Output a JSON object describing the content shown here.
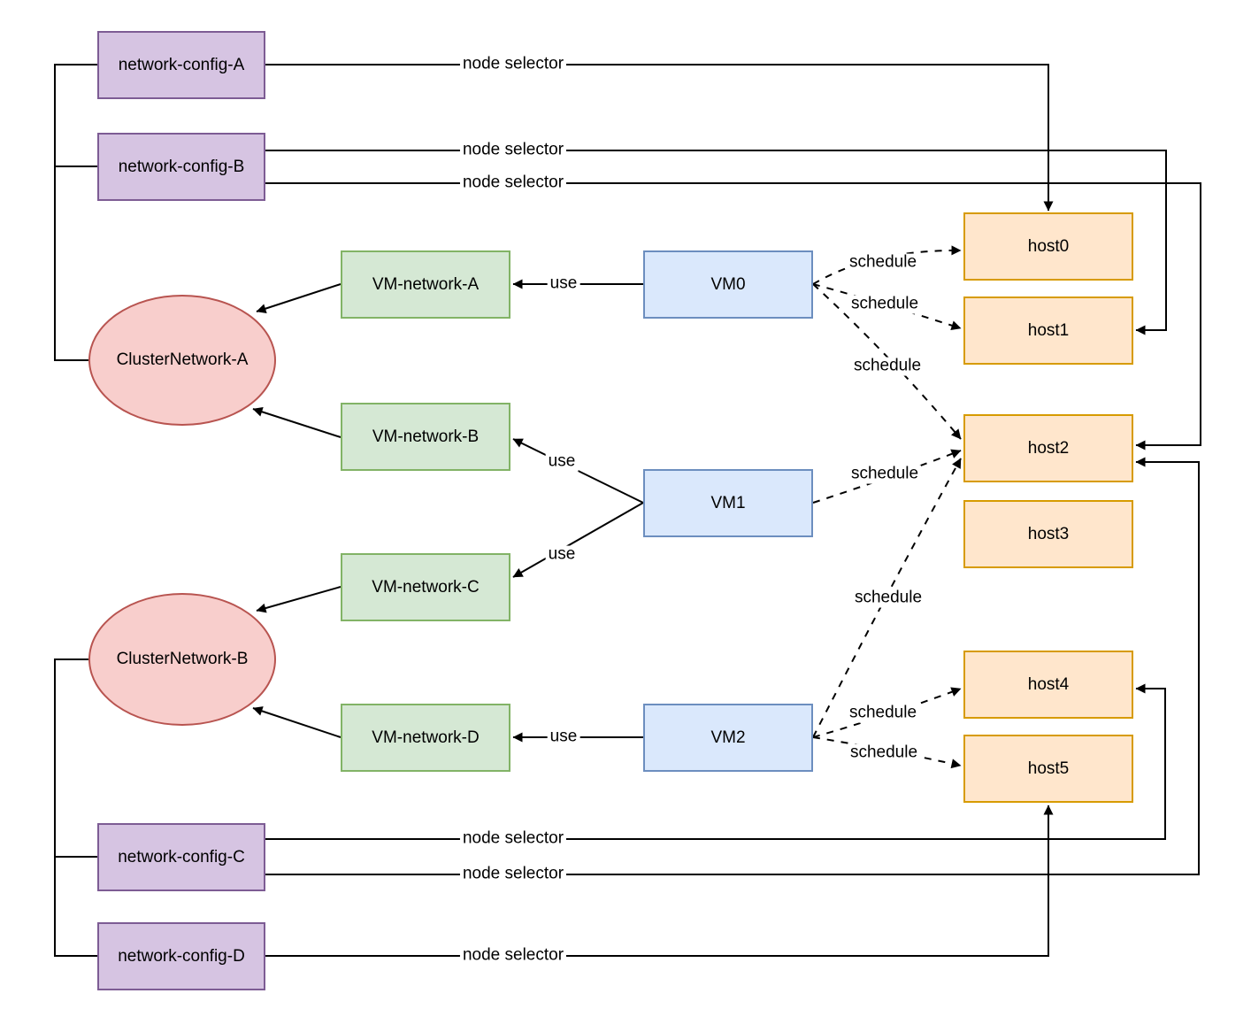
{
  "nodes": {
    "network_configs": [
      "network-config-A",
      "network-config-B",
      "network-config-C",
      "network-config-D"
    ],
    "cluster_networks": [
      "ClusterNetwork-A",
      "ClusterNetwork-B"
    ],
    "vm_networks": [
      "VM-network-A",
      "VM-network-B",
      "VM-network-C",
      "VM-network-D"
    ],
    "vms": [
      "VM0",
      "VM1",
      "VM2"
    ],
    "hosts": [
      "host0",
      "host1",
      "host2",
      "host3",
      "host4",
      "host5"
    ]
  },
  "edges": [
    {
      "from": "VM0",
      "to": "VM-network-A",
      "label": "use",
      "style": "solid-arrow"
    },
    {
      "from": "VM1",
      "to": "VM-network-B",
      "label": "use",
      "style": "solid-arrow"
    },
    {
      "from": "VM1",
      "to": "VM-network-C",
      "label": "use",
      "style": "solid-arrow"
    },
    {
      "from": "VM2",
      "to": "VM-network-D",
      "label": "use",
      "style": "solid-arrow"
    },
    {
      "from": "VM0",
      "to": "host0",
      "label": "schedule",
      "style": "dashed-arrow"
    },
    {
      "from": "VM0",
      "to": "host1",
      "label": "schedule",
      "style": "dashed-arrow"
    },
    {
      "from": "VM0",
      "to": "host2",
      "label": "schedule",
      "style": "dashed-arrow"
    },
    {
      "from": "VM1",
      "to": "host2",
      "label": "schedule",
      "style": "dashed-arrow"
    },
    {
      "from": "VM2",
      "to": "host2",
      "label": "schedule",
      "style": "dashed-arrow"
    },
    {
      "from": "VM2",
      "to": "host4",
      "label": "schedule",
      "style": "dashed-arrow"
    },
    {
      "from": "VM2",
      "to": "host5",
      "label": "schedule",
      "style": "dashed-arrow"
    },
    {
      "from": "network-config-A",
      "to": "host0",
      "label": "node selector",
      "style": "solid-arrow"
    },
    {
      "from": "network-config-B",
      "to": "host1",
      "label": "node selector",
      "style": "solid-arrow"
    },
    {
      "from": "network-config-B",
      "to": "host2",
      "label": "node selector",
      "style": "solid-arrow"
    },
    {
      "from": "network-config-C",
      "to": "host4",
      "label": "node selector",
      "style": "solid-arrow"
    },
    {
      "from": "network-config-C",
      "to": "host2",
      "label": "node selector",
      "style": "solid-arrow"
    },
    {
      "from": "network-config-D",
      "to": "host5",
      "label": "node selector",
      "style": "solid-arrow"
    },
    {
      "from": "VM-network-A",
      "to": "ClusterNetwork-A",
      "label": "",
      "style": "solid-arrow"
    },
    {
      "from": "VM-network-B",
      "to": "ClusterNetwork-A",
      "label": "",
      "style": "solid-arrow"
    },
    {
      "from": "VM-network-C",
      "to": "ClusterNetwork-B",
      "label": "",
      "style": "solid-arrow"
    },
    {
      "from": "VM-network-D",
      "to": "ClusterNetwork-B",
      "label": "",
      "style": "solid-arrow"
    },
    {
      "from": "network-config-A",
      "to": "ClusterNetwork-A",
      "label": "",
      "style": "plain-line"
    },
    {
      "from": "network-config-B",
      "to": "ClusterNetwork-A",
      "label": "",
      "style": "plain-line"
    },
    {
      "from": "network-config-C",
      "to": "ClusterNetwork-B",
      "label": "",
      "style": "plain-line"
    },
    {
      "from": "network-config-D",
      "to": "ClusterNetwork-B",
      "label": "",
      "style": "plain-line"
    }
  ],
  "colors": {
    "network_config_fill": "#D6C4E2",
    "network_config_stroke": "#7D5C94",
    "cluster_network_fill": "#F8CECC",
    "cluster_network_stroke": "#B85450",
    "vm_network_fill": "#D5E8D4",
    "vm_network_stroke": "#82B366",
    "vm_fill": "#DAE8FC",
    "vm_stroke": "#6C8EBF",
    "host_fill": "#FFE6CC",
    "host_stroke": "#D79B00",
    "edge_color": "#000000"
  }
}
